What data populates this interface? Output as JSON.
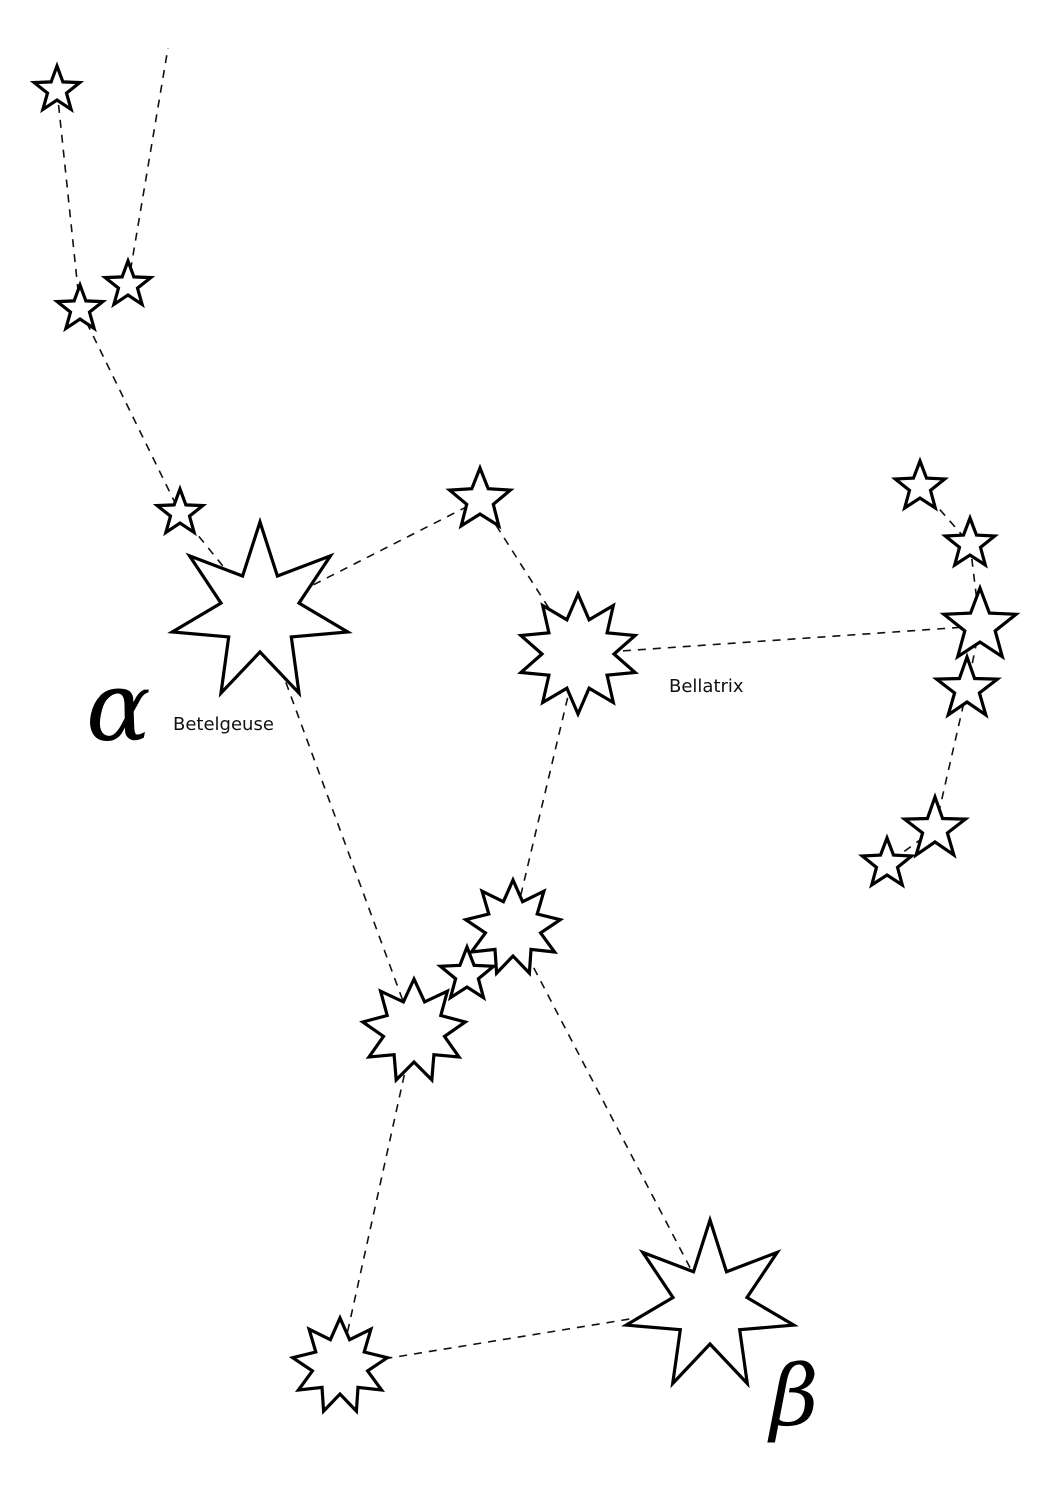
{
  "labels": {
    "alpha_symbol": "α",
    "alpha_name": "Betelgeuse",
    "bellatrix_name": "Bellatrix",
    "beta_symbol": "β"
  },
  "colors": {
    "background": "#ffffff",
    "line": "#111111",
    "star_fill": "#ffffff",
    "star_stroke": "#000000"
  }
}
